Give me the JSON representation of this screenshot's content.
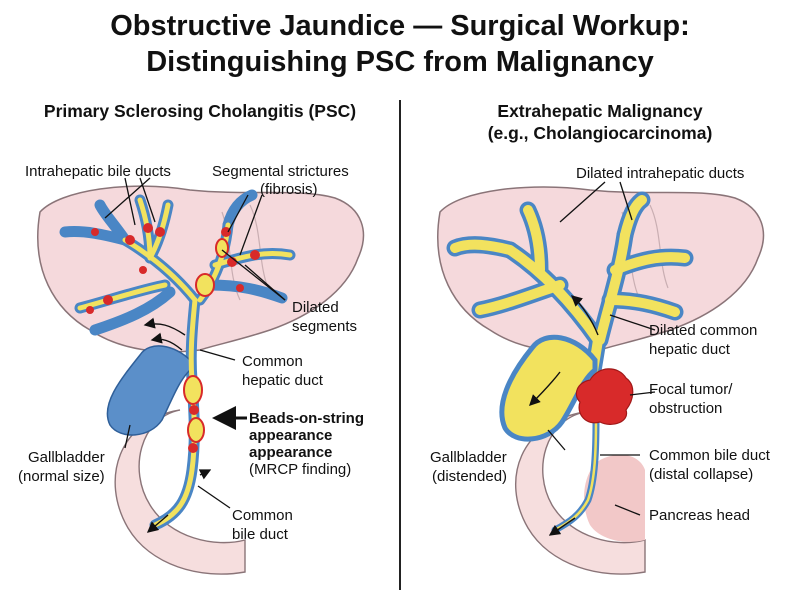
{
  "title_line1": "Obstructive Jaundice — Surgical Workup:",
  "title_line2": "Distinguishing PSC from Malignancy",
  "left": {
    "heading": "Primary Sclerosing Cholangitis (PSC)",
    "labels": {
      "intrahepatic": "Intrahepatic bile ducts",
      "strictures_1": "Segmental strictures",
      "strictures_2": "(fibrosis)",
      "dilated_1": "Dilated",
      "dilated_2": "segments",
      "chd_1": "Common",
      "chd_2": "hepatic duct",
      "beads_1": "Beads-on-string",
      "beads_2": "appearance",
      "beads_3": "appearance",
      "beads_4": "(MRCP finding)",
      "gb_1": "Gallbladder",
      "gb_2": "(normal size)",
      "cbd_1": "Common",
      "cbd_2": "bile duct"
    }
  },
  "right": {
    "heading_1": "Extrahepatic Malignancy",
    "heading_2": "(e.g., Cholangiocarcinoma)",
    "labels": {
      "dilated_intra": "Dilated intrahepatic ducts",
      "dchd_1": "Dilated common",
      "dchd_2": "hepatic duct",
      "tumor_1": "Focal tumor/",
      "tumor_2": "obstruction",
      "gb_1": "Gallbladder",
      "gb_2": "(distended)",
      "cbd_1": "Common bile duct",
      "cbd_2": "(distal collapse)",
      "pancreas": "Pancreas head"
    }
  },
  "colors": {
    "liver": "#f5d9dc",
    "duct_wall": "#4a86c5",
    "bile": "#f2e25e",
    "stricture": "#d82a2a",
    "pancreas": "#f6dede"
  }
}
